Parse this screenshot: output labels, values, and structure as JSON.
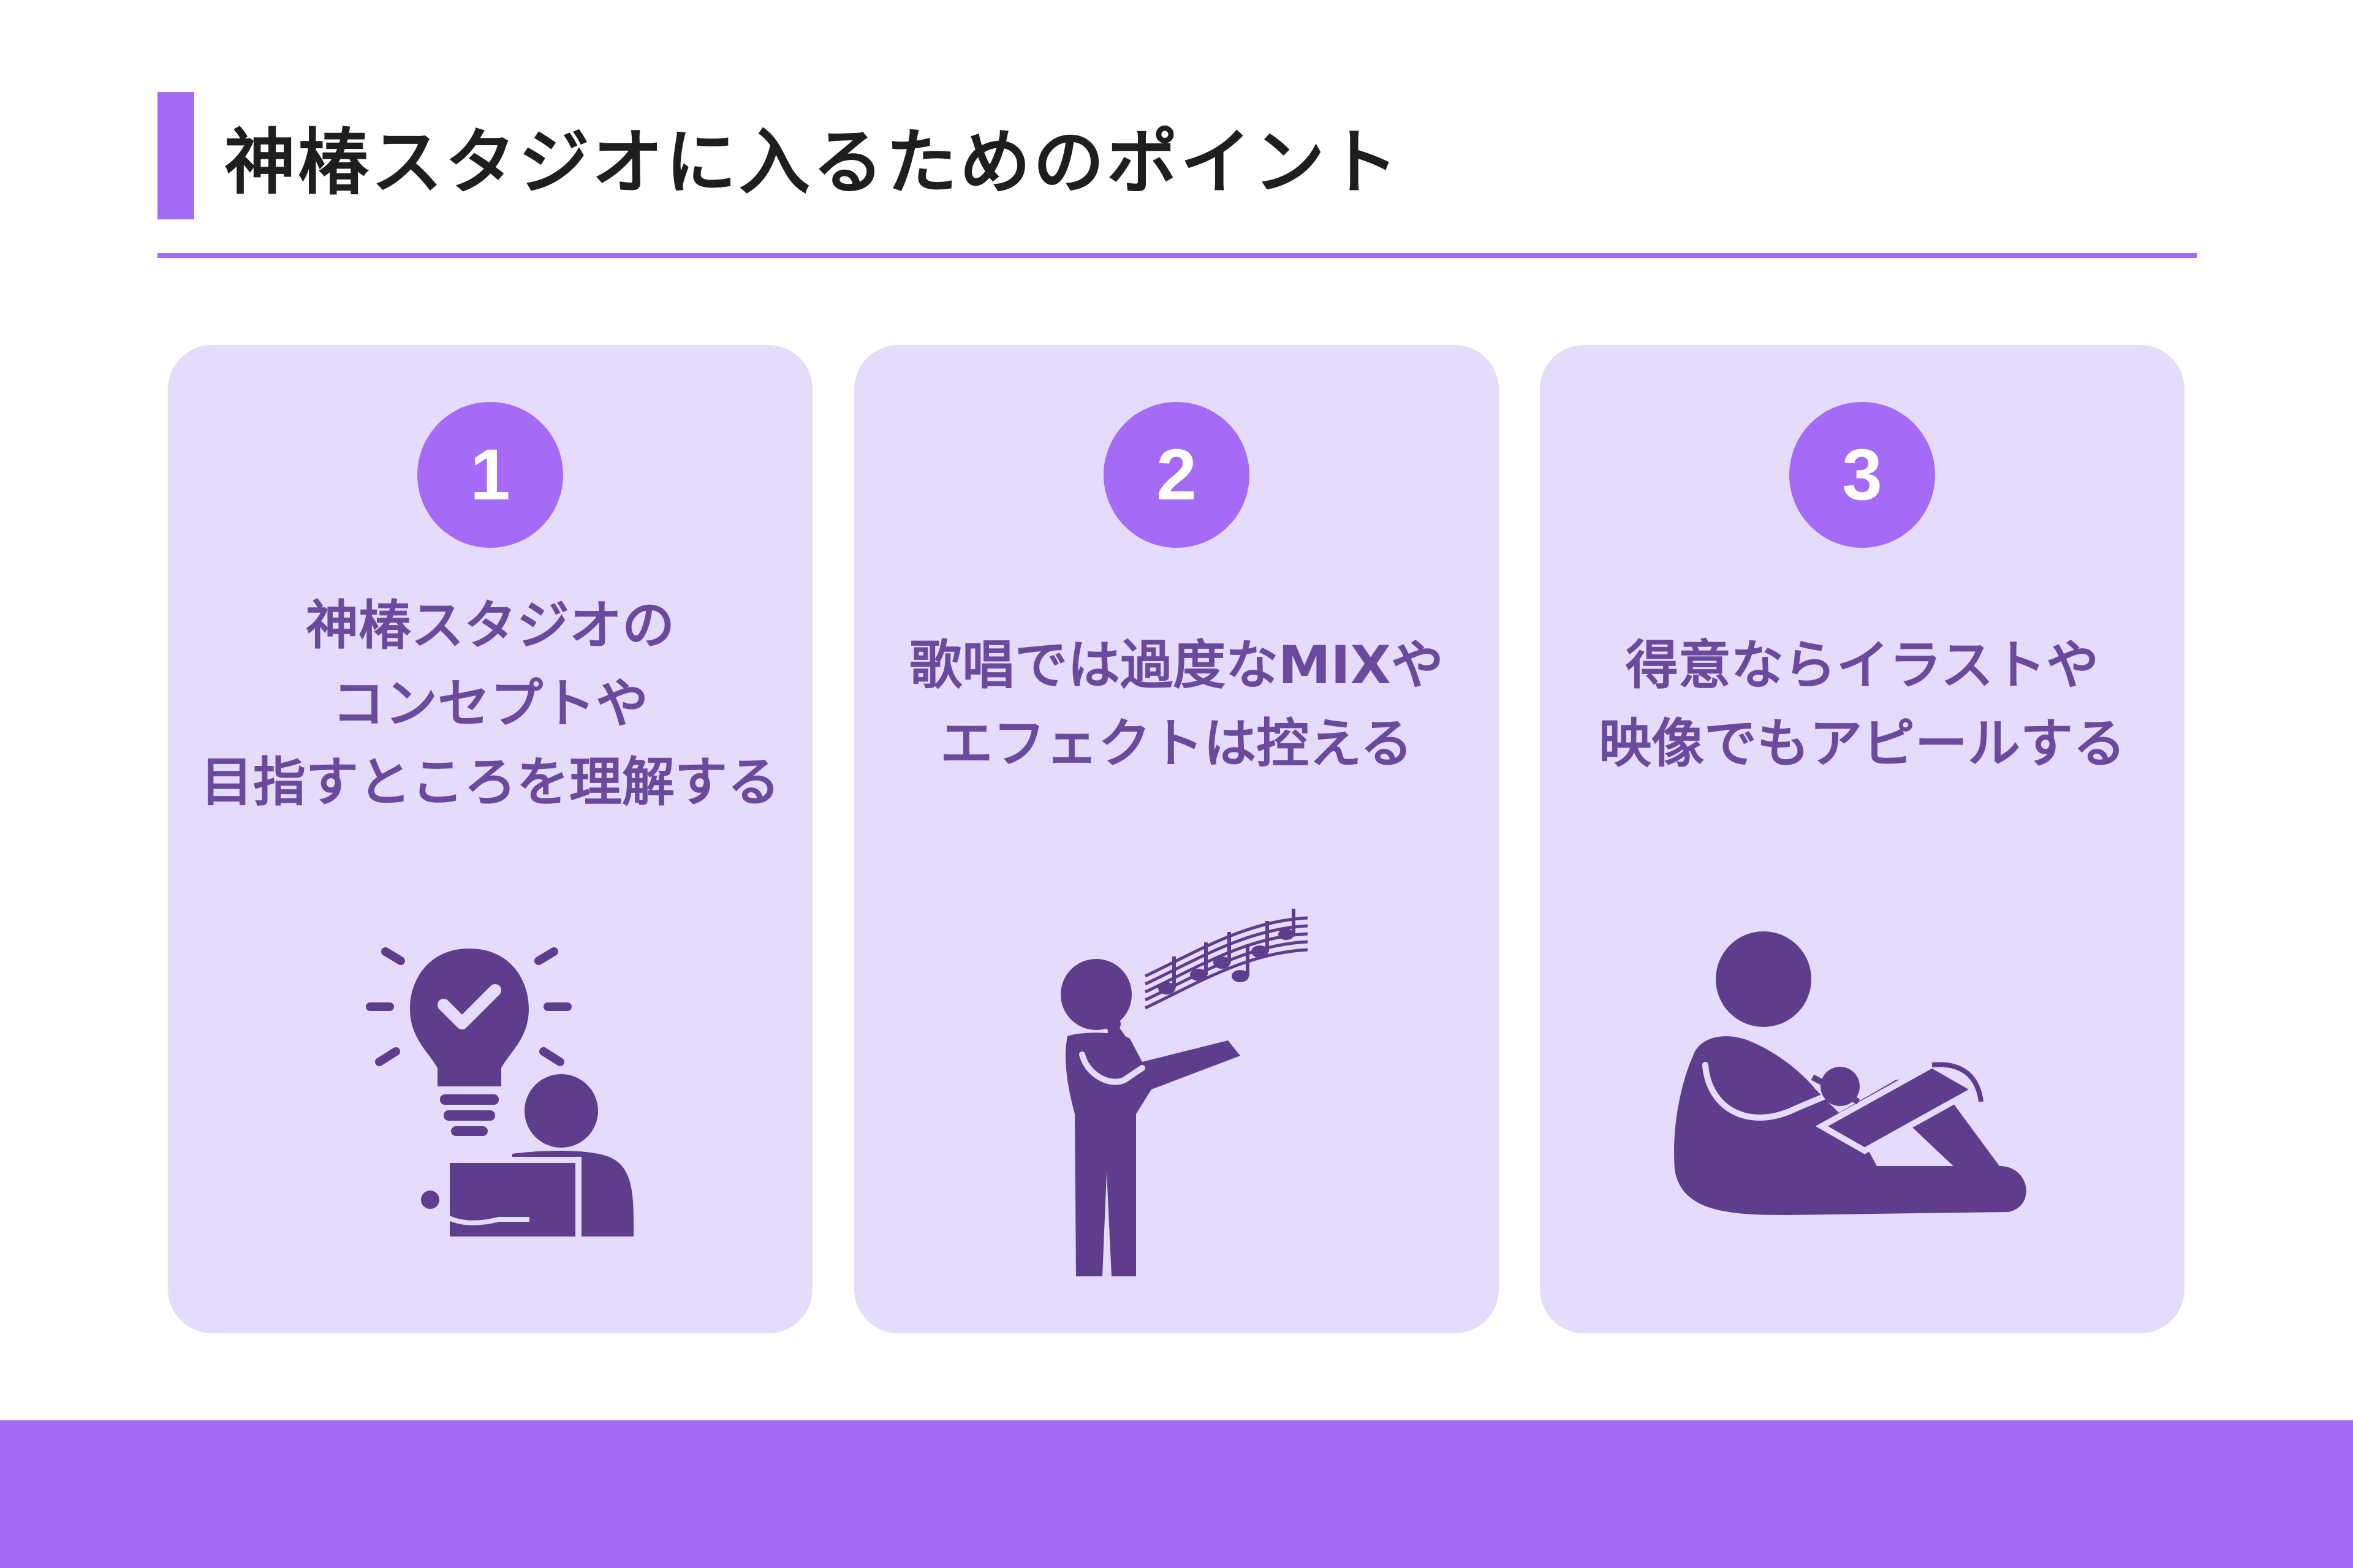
{
  "header": {
    "title": "神椿スタジオに入るためのポイント"
  },
  "cards": [
    {
      "number": "1",
      "lines": [
        "神椿スタジオの",
        "コンセプトや",
        "目指すところを理解する"
      ],
      "illustration_icon": "lightbulb-person-reading-icon"
    },
    {
      "number": "2",
      "lines": [
        "歌唱では過度なMIXや",
        "エフェクトは控える"
      ],
      "illustration_icon": "person-singing-icon"
    },
    {
      "number": "3",
      "lines": [
        "得意ならイラストや",
        "映像でもアピールする"
      ],
      "illustration_icon": "person-drawing-icon"
    }
  ],
  "colors": {
    "accent": "#a56bf7",
    "card_background": "#e5dcfc",
    "card_text": "#6b4a9e",
    "illustration": "#5e3d8d",
    "title_text": "#1e1e1e"
  }
}
